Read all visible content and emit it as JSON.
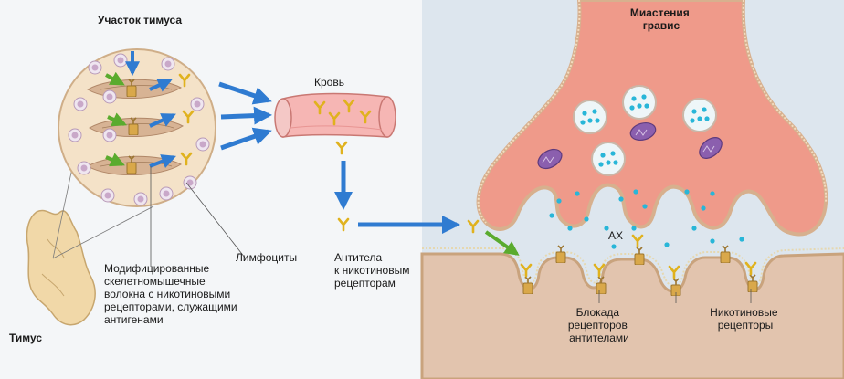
{
  "labels": {
    "thymus_section": "Участок тимуса",
    "thymus": "Тимус",
    "blood": "Кровь",
    "lymphocytes": "Лимфоциты",
    "modified_fibers": [
      "Модифицированные",
      "скелетномышечные",
      "волокна с никотиновыми",
      "рецепторами, служащими",
      "антигенами"
    ],
    "antibodies": [
      "Антитела",
      "к никотиновым",
      "рецепторам"
    ],
    "myasthenia": [
      "Миастения",
      "гравис"
    ],
    "ach": "АХ",
    "blockade": [
      "Блокада",
      "рецепторов",
      "антителами"
    ],
    "nicotinic_receptors": [
      "Никотиновые",
      "рецепторы"
    ]
  },
  "colors": {
    "background_left": "#f4f6f8",
    "background_right": "#dde6ee",
    "arrow_blue": "#2f7bd1",
    "arrow_green": "#5aab2e",
    "antibody_yellow": "#e0b21e",
    "neuron_pink": "#ef9a8a",
    "muscle_tan": "#e2c4ae",
    "vesicle_cyan": "#28b6d8"
  }
}
